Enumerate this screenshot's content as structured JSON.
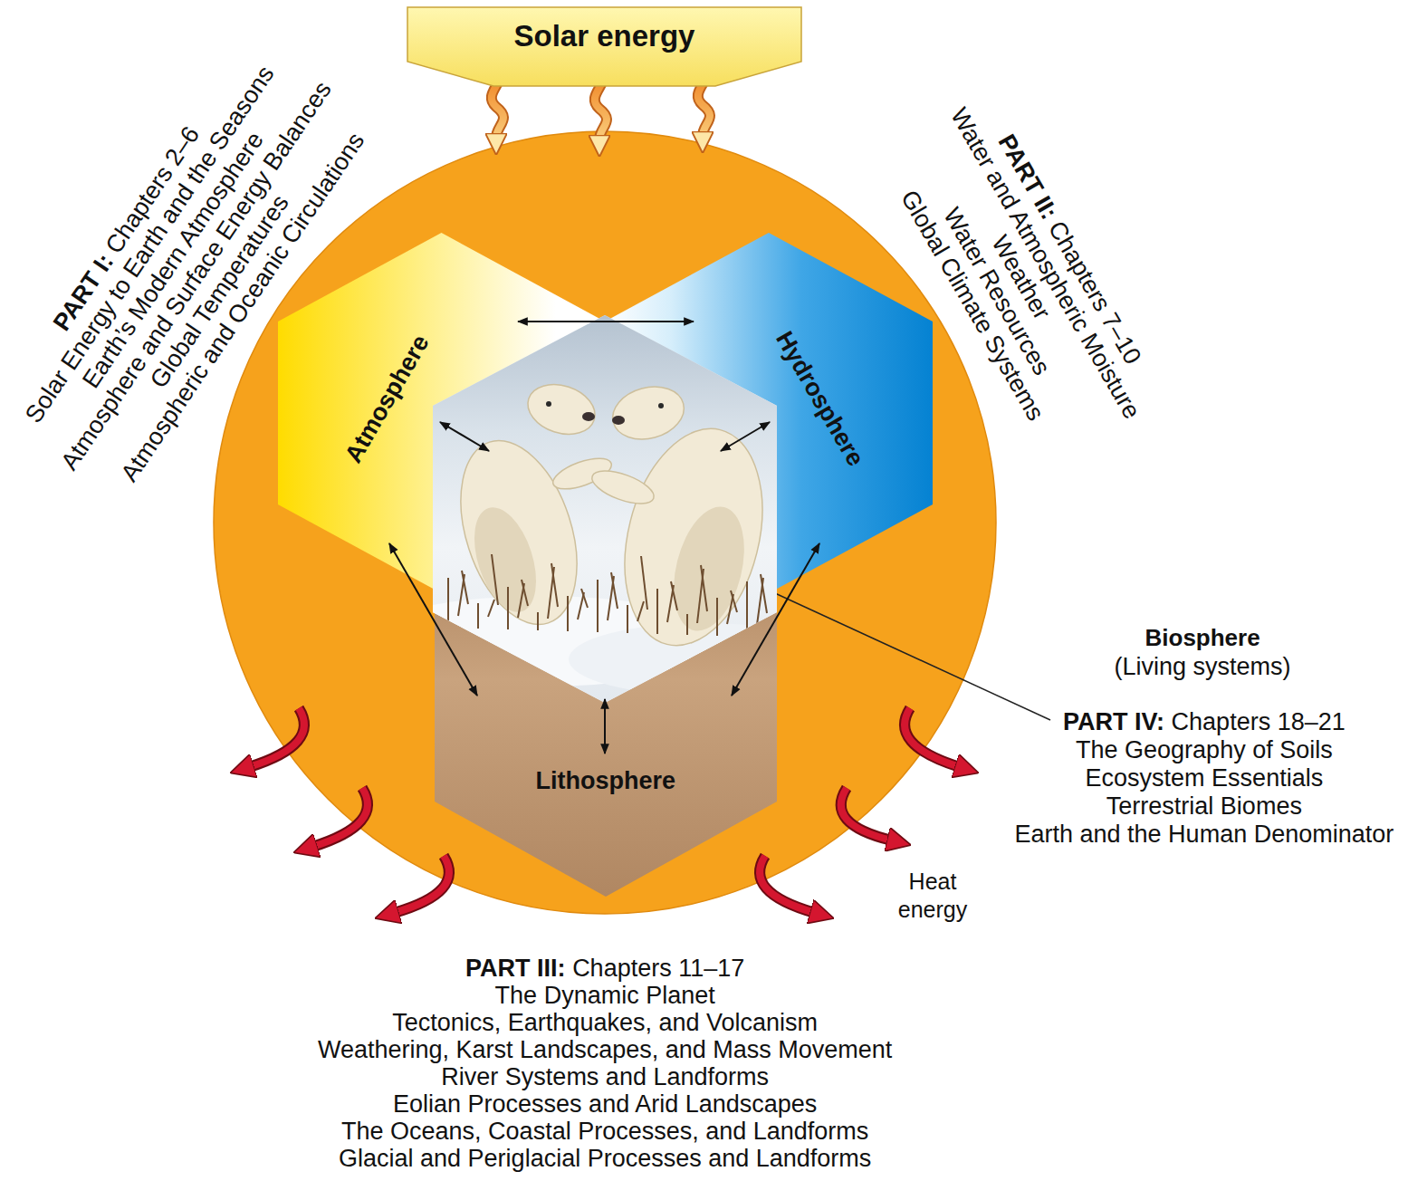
{
  "diagram": {
    "nodes": [
      {
        "text": [
          "Solar energy"
        ]
      },
      {
        "text": [
          "Atmosphere"
        ]
      },
      {
        "text": [
          "Hydrosphere"
        ]
      },
      {
        "text": [
          "Biosphere",
          "(Living systems)"
        ]
      },
      {
        "text": [
          "Lithosphere"
        ]
      }
    ],
    "edges": [
      {
        "from": 1,
        "to": 2,
        "arrow": "both"
      },
      {
        "from": 1,
        "to": 3,
        "arrow": "both"
      },
      {
        "from": 2,
        "to": 3,
        "arrow": "both"
      },
      {
        "from": 1,
        "to": 4,
        "arrow": "both"
      },
      {
        "from": 2,
        "to": 4,
        "arrow": "both"
      },
      {
        "from": 3,
        "to": 4,
        "arrow": "both"
      }
    ],
    "labels": [
      "PART I:",
      "Chapters 2–6",
      "Solar Energy to Earth and the Seasons",
      "Earth’s Modern Atmosphere",
      "Atmosphere and Surface Energy Balances",
      "Global Temperatures",
      "Atmospheric and Oceanic Circulations",
      "PART II:",
      "Chapters 7–10",
      "Water and Atmospheric Moisture",
      "Weather",
      "Water Resources",
      "Global Climate Systems",
      "PART IV:",
      "Chapters 18–21",
      "The Geography of Soils",
      "Ecosystem Essentials",
      "Terrestrial Biomes",
      "Earth and the Human Denominator",
      "Heat energy",
      "PART III:",
      "Chapters 11–17",
      "The Dynamic Planet",
      "Tectonics, Earthquakes, and Volcanism",
      "Weathering, Karst Landscapes, and Mass Movement",
      "River Systems and Landforms",
      "Eolian Processes and Arid Landscapes",
      "The Oceans, Coastal Processes, and Landforms",
      "Glacial and Periglacial Processes and Landforms"
    ]
  }
}
